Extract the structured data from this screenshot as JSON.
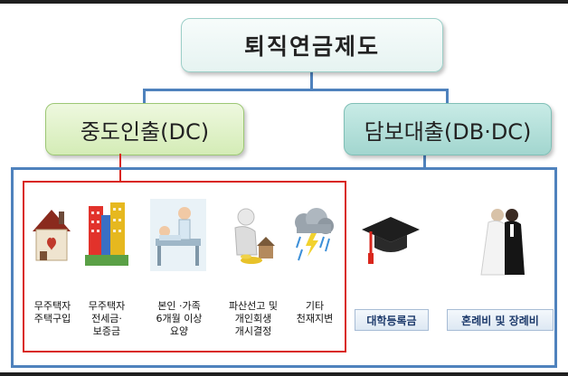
{
  "diagram": {
    "title": "퇴직연금제도",
    "branches": {
      "dc": {
        "label": "중도인출(DC)",
        "items": [
          {
            "icon": "house-icon",
            "label": "무주택자\n주택구입"
          },
          {
            "icon": "apartment-building-icon",
            "label": "무주택자\n전세금·\n보증금"
          },
          {
            "icon": "hospital-care-icon",
            "label": "본인 ·가족\n6개월 이상\n요양"
          },
          {
            "icon": "bankruptcy-person-icon",
            "label": "파산선고 및\n개인회생\n개시결정"
          },
          {
            "icon": "storm-cloud-icon",
            "label": "기타\n천재지변"
          }
        ]
      },
      "db_dc": {
        "label": "담보대출(DB·DC)",
        "items": [
          {
            "icon": "graduation-cap-icon",
            "label": "대학등록금"
          },
          {
            "icon": "wedding-couple-icon",
            "label": "혼례비 및 장례비"
          }
        ]
      }
    },
    "colors": {
      "connector": "#4f82bd",
      "highlight_frame": "#d9261c",
      "dc_box": "#d4ecb6",
      "db_box": "#a2d6cf"
    }
  }
}
